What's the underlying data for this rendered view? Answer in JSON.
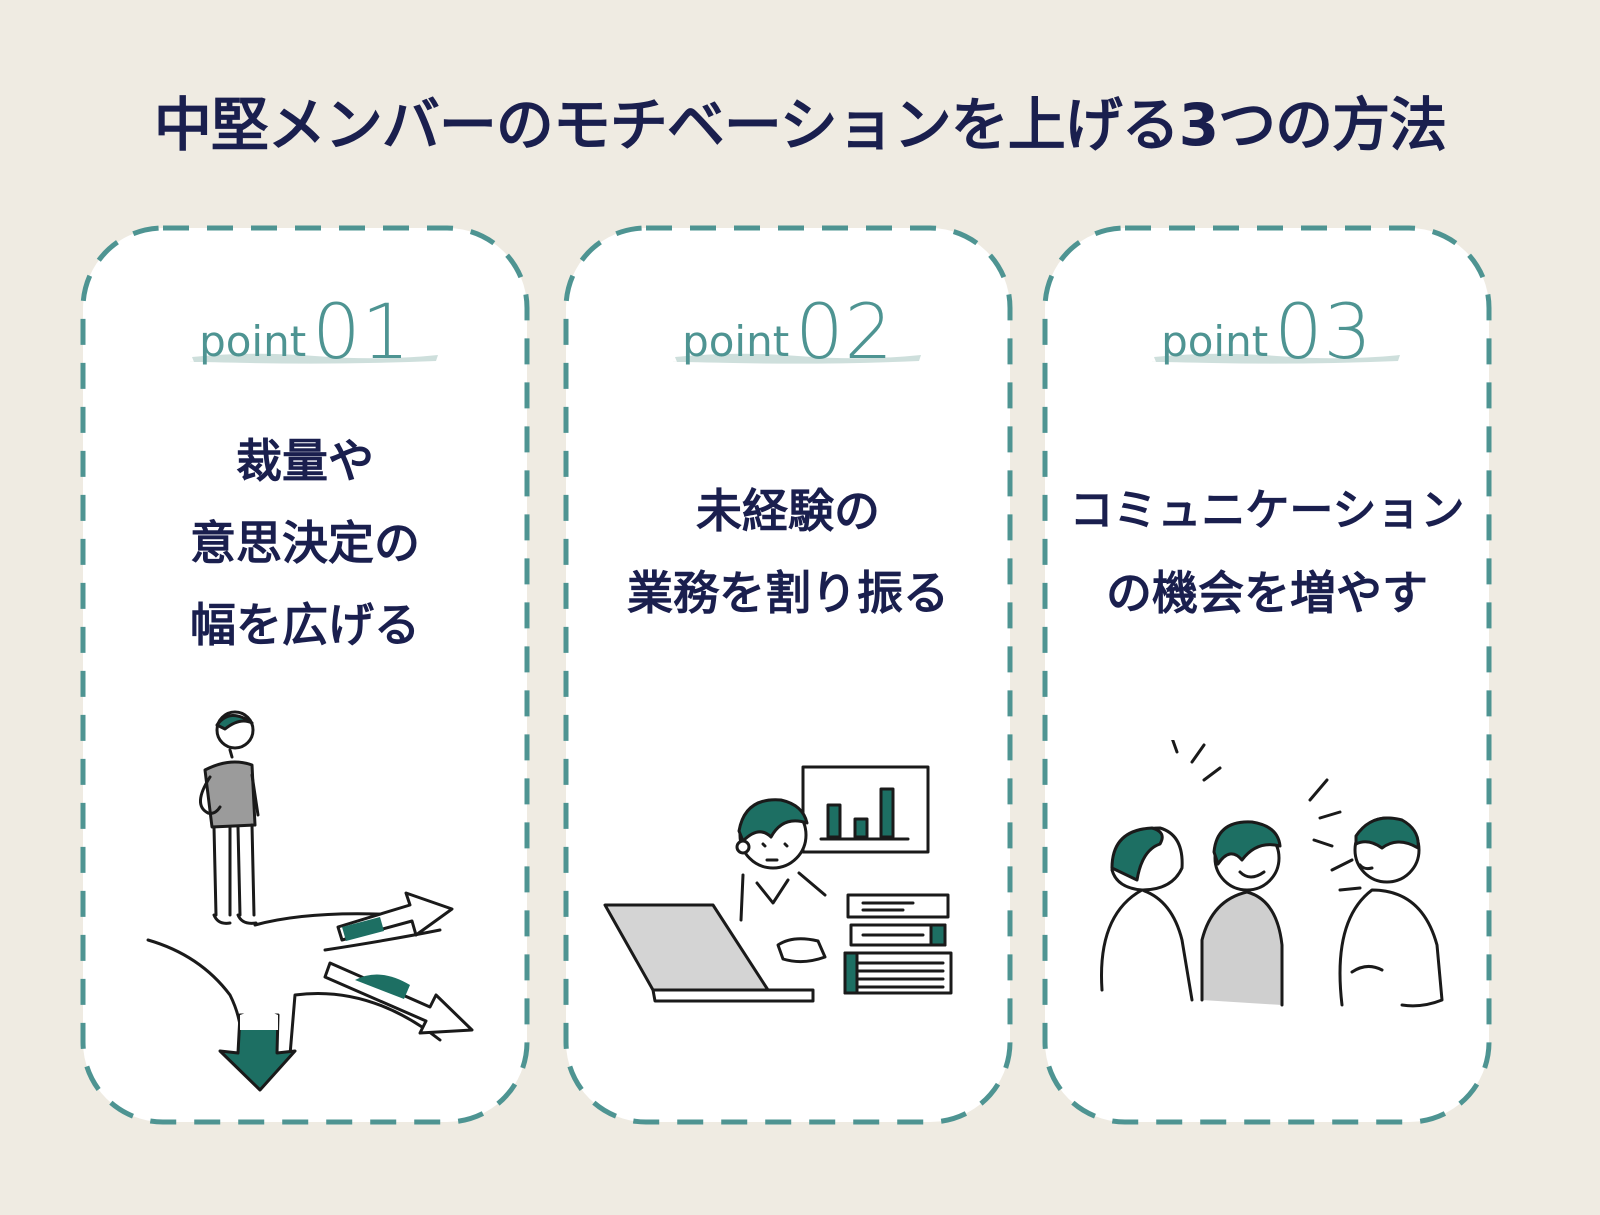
{
  "title": "中堅メンバーのモチベーションを上げる3つの方法",
  "colors": {
    "accent": "#4e9492",
    "navy": "#1a1f4e",
    "background": "#efebe2",
    "card": "#ffffff",
    "illustration_fill": "#1d6f63"
  },
  "cards": [
    {
      "point_word": "point",
      "point_num": "01",
      "lines": [
        "裁量や",
        "意思決定の",
        "幅を広げる"
      ],
      "illustration": "person-at-crossroads-arrows-icon"
    },
    {
      "point_word": "point",
      "point_num": "02",
      "lines": [
        "未経験の",
        "業務を割り振る"
      ],
      "illustration": "person-laptop-chart-documents-icon"
    },
    {
      "point_word": "point",
      "point_num": "03",
      "lines": [
        "コミュニケーション",
        "の機会を増やす"
      ],
      "illustration": "three-people-talking-icon"
    }
  ]
}
